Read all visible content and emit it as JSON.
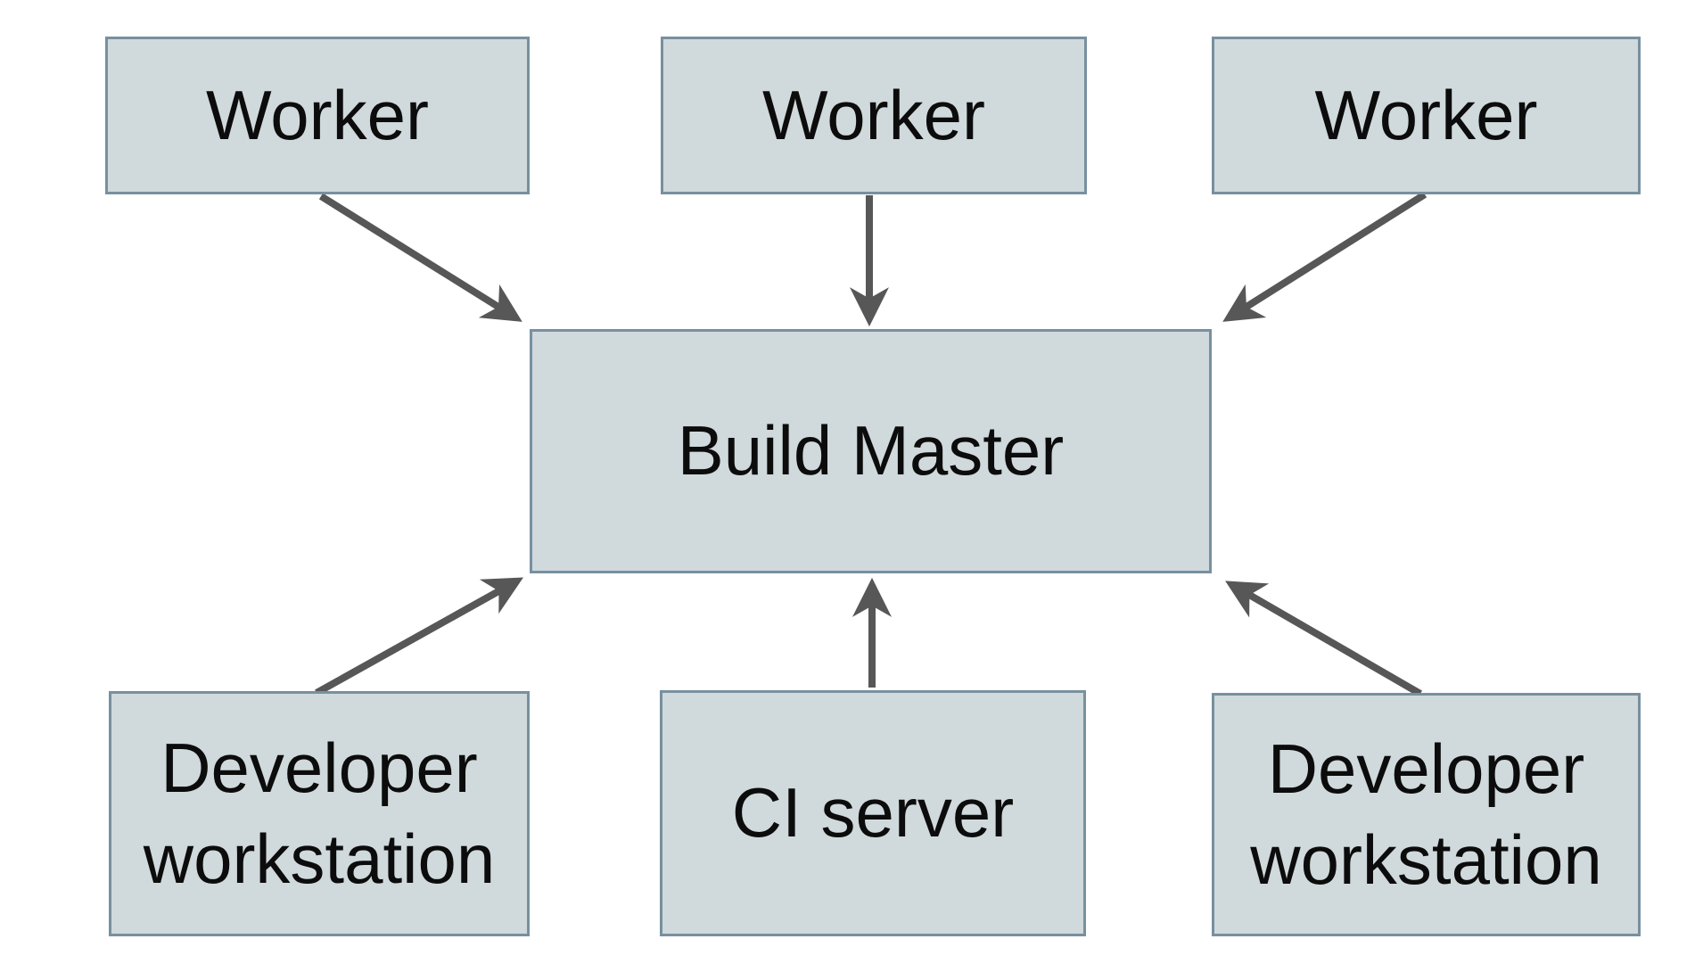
{
  "diagram": {
    "type": "flowchart",
    "nodes": [
      {
        "id": "worker-1",
        "label": "Worker",
        "row": "top"
      },
      {
        "id": "worker-2",
        "label": "Worker",
        "row": "top"
      },
      {
        "id": "worker-3",
        "label": "Worker",
        "row": "top"
      },
      {
        "id": "build-master",
        "label": "Build Master",
        "row": "middle"
      },
      {
        "id": "developer-workstation-1",
        "label": "Developer workstation",
        "row": "bottom"
      },
      {
        "id": "ci-server",
        "label": "CI server",
        "row": "bottom"
      },
      {
        "id": "developer-workstation-2",
        "label": "Developer workstation",
        "row": "bottom"
      }
    ],
    "edges": [
      {
        "from": "worker-1",
        "to": "build-master"
      },
      {
        "from": "worker-2",
        "to": "build-master"
      },
      {
        "from": "worker-3",
        "to": "build-master"
      },
      {
        "from": "developer-workstation-1",
        "to": "build-master"
      },
      {
        "from": "ci-server",
        "to": "build-master"
      },
      {
        "from": "developer-workstation-2",
        "to": "build-master"
      }
    ]
  },
  "colors": {
    "canvas-bg": "#ffffff",
    "node-fill": "#d0d9dc",
    "node-border": "#78909f",
    "arrow-color": "#575757",
    "text-color": "#0c0c0c"
  }
}
